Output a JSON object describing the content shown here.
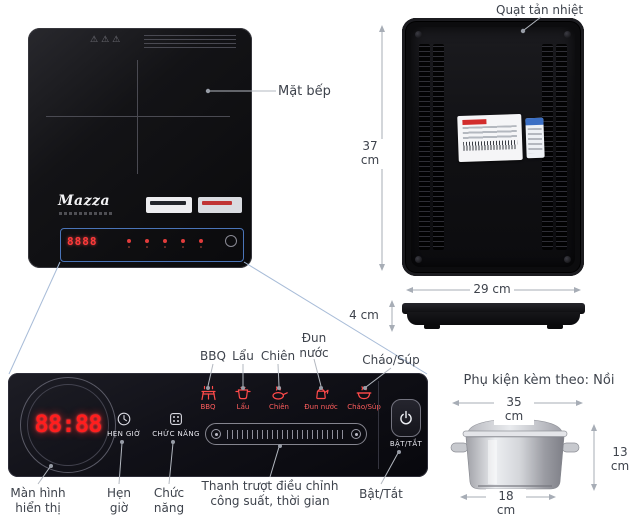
{
  "colors": {
    "accent_blue": "#4a74b8",
    "connector_gray": "#a7adb6",
    "label_text": "#3e434c",
    "display_red": "#ff1e1e",
    "mode_red": "#ff5d5d"
  },
  "surface_label": "Mặt bếp",
  "front_view": {
    "brand": "Mazza",
    "display_value": "8888",
    "warning_icon": "⚠"
  },
  "back_view": {
    "label": "Quạt tản nhiệt",
    "height": "37 cm",
    "width": "29 cm"
  },
  "side_view": {
    "thickness": "4 cm"
  },
  "panel": {
    "display_value": "88:88",
    "display_callout": "Màn hình hiển thị",
    "timer": {
      "label": "HẸN GIỜ",
      "callout": "Hẹn giờ"
    },
    "function": {
      "label": "CHỨC NĂNG",
      "callout": "Chức năng"
    },
    "power": {
      "label": "BẬT/TẮT",
      "callout": "Bật/Tắt"
    },
    "slider_callout": "Thanh trượt điều chỉnh công suất, thời gian",
    "modes": [
      {
        "label": "BBQ",
        "callout": "BBQ"
      },
      {
        "label": "Lẩu",
        "callout": "Lẩu"
      },
      {
        "label": "Chiên",
        "callout": "Chiên"
      },
      {
        "label": "Đun nước",
        "callout": "Đun nước"
      },
      {
        "label": "Cháo/Súp",
        "callout": "Cháo/Súp"
      }
    ]
  },
  "accessory": {
    "title": "Phụ kiện kèm theo: Nồi",
    "width": "35 cm",
    "height": "13 cm",
    "base": "18 cm"
  }
}
